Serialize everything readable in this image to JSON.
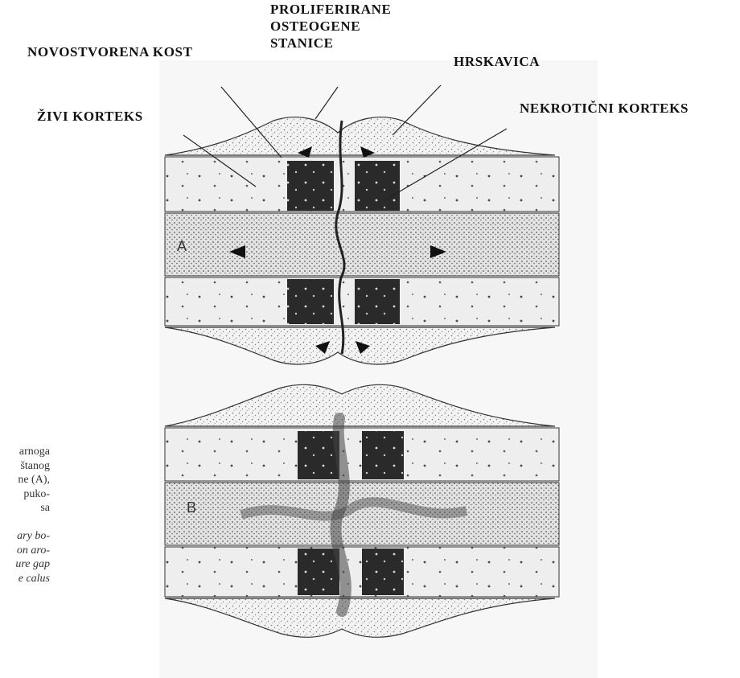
{
  "labels": {
    "new_bone": "NOVOSTVORENA KOST",
    "proliferating_line1": "PROLIFERIRANE",
    "proliferating_line2": "OSTEOGENE",
    "proliferating_line3": "STANICE",
    "cartilage": "HRSKAVICA",
    "living_cortex": "ŽIVI KORTEKS",
    "necrotic_cortex": "NEKROTIČNI KORTEKS"
  },
  "panels": {
    "a": "A",
    "b": "B"
  },
  "caption": {
    "croatian": [
      "arnoga",
      "štanog",
      "ne (A),",
      "puko-",
      "sa"
    ],
    "english": [
      "ary bo-",
      "on aro-",
      "ure gap",
      "e calus"
    ]
  }
}
